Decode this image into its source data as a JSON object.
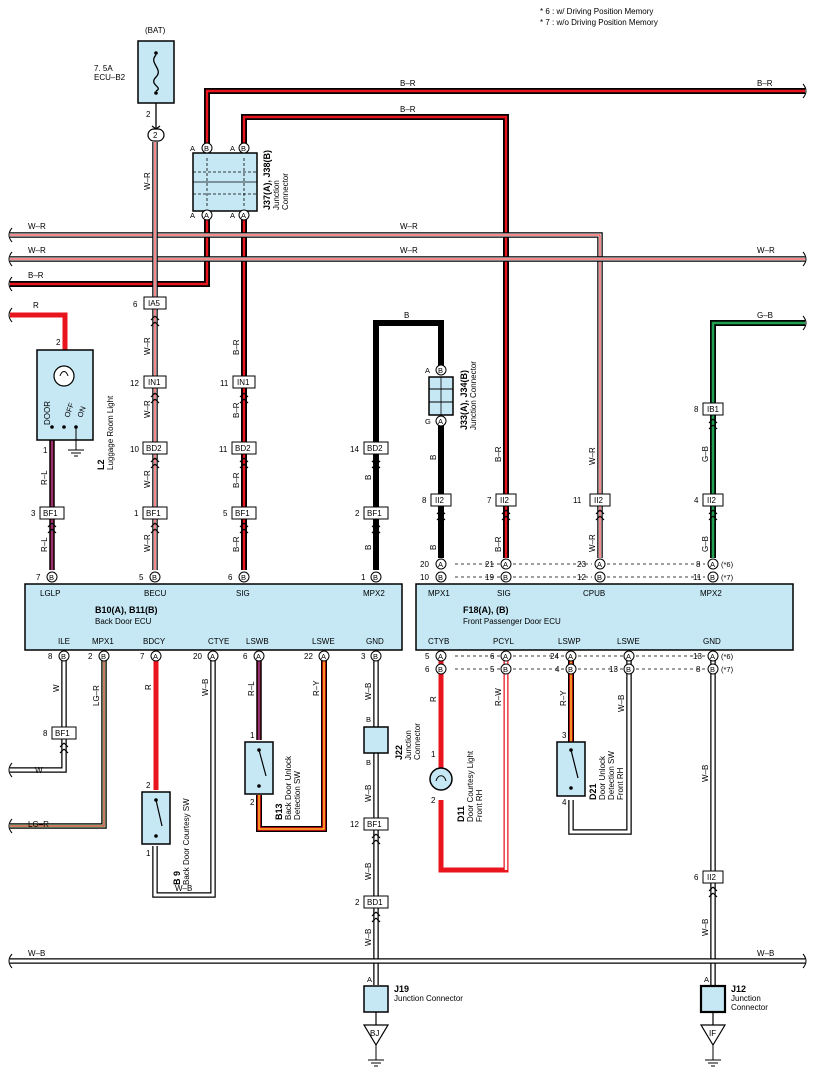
{
  "notes": [
    "* 6 : w/ Driving Position Memory",
    "* 7 : w/o Driving Position Memory"
  ],
  "fuse": {
    "label": "(BAT)",
    "rating": "7. 5A",
    "name": "ECU–B2",
    "pin": "2",
    "conn": "2"
  },
  "wire_colors": {
    "BR": "B–R",
    "WR": "W–R",
    "R": "R",
    "B": "B",
    "GB": "G–B",
    "RL": "R–L",
    "W": "W",
    "LGR": "LG–R",
    "WB": "W–B",
    "RW": "R–W",
    "RY": "R–Y"
  },
  "jconn_top": {
    "code": "J37(A), J38(B)",
    "l1": "Junction",
    "l2": "Connector",
    "A": "A",
    "B": "B"
  },
  "jconn_mid": {
    "code": "J33(A), J34(B)",
    "l1": "Junction Connector",
    "A": "A",
    "B": "B",
    "G": "G"
  },
  "connectors": {
    "IA5": "IA5",
    "IN1": "IN1",
    "BD2": "BD2",
    "BF1": "BF1",
    "II2": "II2",
    "IB1": "IB1",
    "BD1": "BD1"
  },
  "nums": {
    "n1": "1",
    "n2": "2",
    "n3": "3",
    "n4": "4",
    "n5": "5",
    "n6": "6",
    "n7": "7",
    "n8": "8",
    "n10": "10",
    "n11": "11",
    "n12": "12",
    "n13": "13",
    "n14": "14",
    "n19": "19",
    "n20": "20",
    "n21": "21",
    "n22": "22",
    "n23": "23",
    "n24": "24"
  },
  "lamp": {
    "code": "L2",
    "name": "Luggage Room Light",
    "door": "DOOR",
    "off": "OFF",
    "on": "ON"
  },
  "back_ecu": {
    "code": "B10(A), B11(B)",
    "name": "Back Door ECU",
    "top": [
      "LGLP",
      "BECU",
      "SIG",
      "MPX2"
    ],
    "bottom": [
      "ILE",
      "MPX1",
      "BDCY",
      "CTYE",
      "LSWB",
      "LSWE",
      "GND"
    ]
  },
  "front_ecu": {
    "code": "F18(A), (B)",
    "name": "Front Passenger Door ECU",
    "top": [
      "MPX1",
      "SIG",
      "CPUB",
      "MPX2"
    ],
    "bottom": [
      "CTYB",
      "PCYL",
      "LSWP",
      "LSWE",
      "GND"
    ]
  },
  "pin_letters": {
    "A": "A",
    "B": "B"
  },
  "variants": {
    "v6": "(*6)",
    "v7": "(*7)"
  },
  "b9": {
    "code": "B 9",
    "name": "Back Door Courtesy SW"
  },
  "b13": {
    "code": "B13",
    "l1": "Back Door Unlock",
    "l2": "Detection SW"
  },
  "j22": {
    "code": "J22",
    "l1": "Junction",
    "l2": "Connector",
    "B": "B"
  },
  "d11": {
    "code": "D11",
    "l1": "Door Courtesy Light",
    "l2": "Front RH"
  },
  "d21": {
    "code": "D21",
    "l1": "Door Unlock",
    "l2": "Detection SW",
    "l3": "Front RH"
  },
  "j19": {
    "code": "J19",
    "name": "Junction Connector",
    "pin": "A",
    "ground": "BJ"
  },
  "j12": {
    "code": "J12",
    "l1": "Junction",
    "l2": "Connector",
    "pin": "A",
    "ground": "IF"
  }
}
